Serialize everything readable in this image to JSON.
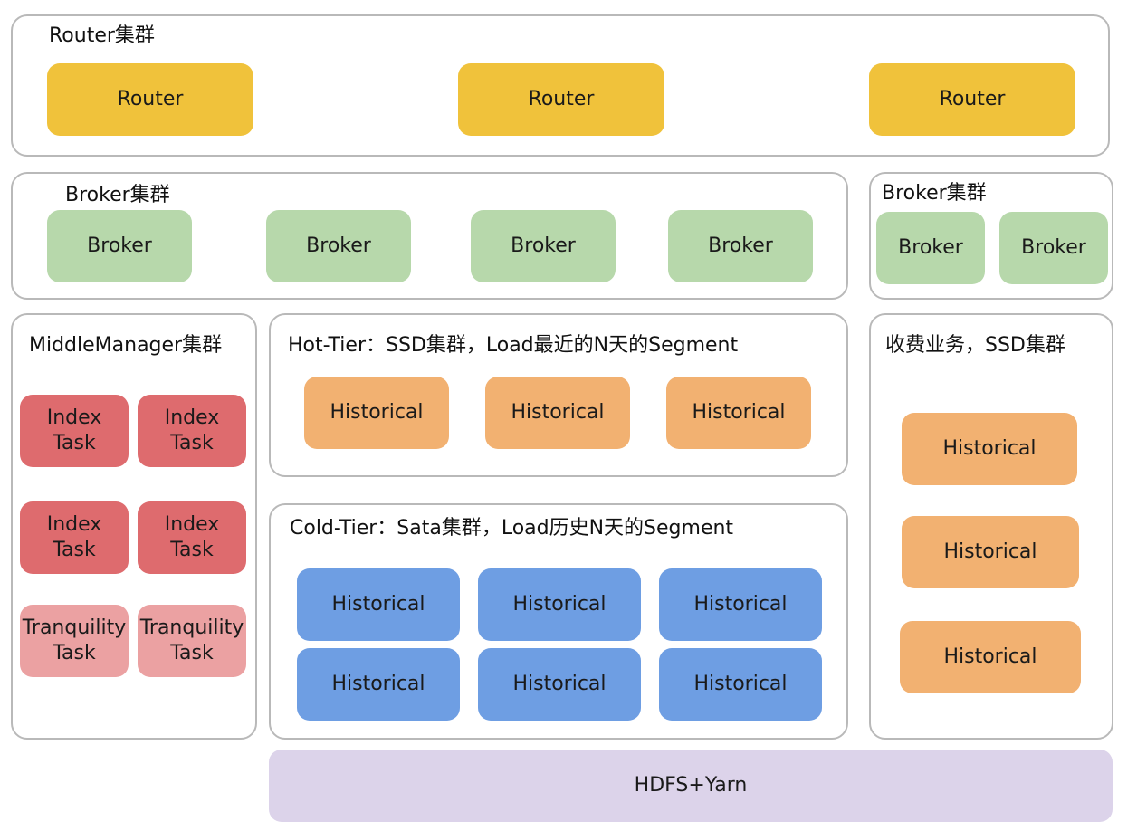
{
  "router_cluster": {
    "label": "Router集群",
    "nodes": [
      "Router",
      "Router",
      "Router"
    ]
  },
  "broker_cluster_main": {
    "label": "Broker集群",
    "nodes": [
      "Broker",
      "Broker",
      "Broker",
      "Broker"
    ]
  },
  "broker_cluster_side": {
    "label": "Broker集群",
    "nodes": [
      "Broker",
      "Broker"
    ]
  },
  "middlemanager_cluster": {
    "label": "MiddleManager集群",
    "tasks": [
      {
        "line1": "Index",
        "line2": "Task"
      },
      {
        "line1": "Index",
        "line2": "Task"
      },
      {
        "line1": "Index",
        "line2": "Task"
      },
      {
        "line1": "Index",
        "line2": "Task"
      },
      {
        "line1": "Tranquility",
        "line2": "Task"
      },
      {
        "line1": "Tranquility",
        "line2": "Task"
      }
    ]
  },
  "hot_tier": {
    "label": "Hot-Tier：SSD集群，Load最近的N天的Segment",
    "nodes": [
      "Historical",
      "Historical",
      "Historical"
    ]
  },
  "cold_tier": {
    "label": "Cold-Tier：Sata集群，Load历史N天的Segment",
    "nodes": [
      "Historical",
      "Historical",
      "Historical",
      "Historical",
      "Historical",
      "Historical"
    ]
  },
  "paid_business": {
    "label": "收费业务，SSD集群",
    "nodes": [
      "Historical",
      "Historical",
      "Historical"
    ]
  },
  "storage": {
    "label": "HDFS+Yarn"
  },
  "colors": {
    "router": "#f0c23b",
    "broker": "#b7d8ab",
    "historical_hot": "#f2b171",
    "historical_cold": "#6e9ee3",
    "index_task": "#de6b6e",
    "tranquility_task": "#eba1a2",
    "hdfs_yarn": "#dcd3ea",
    "group_border": "#b9b9b9"
  }
}
